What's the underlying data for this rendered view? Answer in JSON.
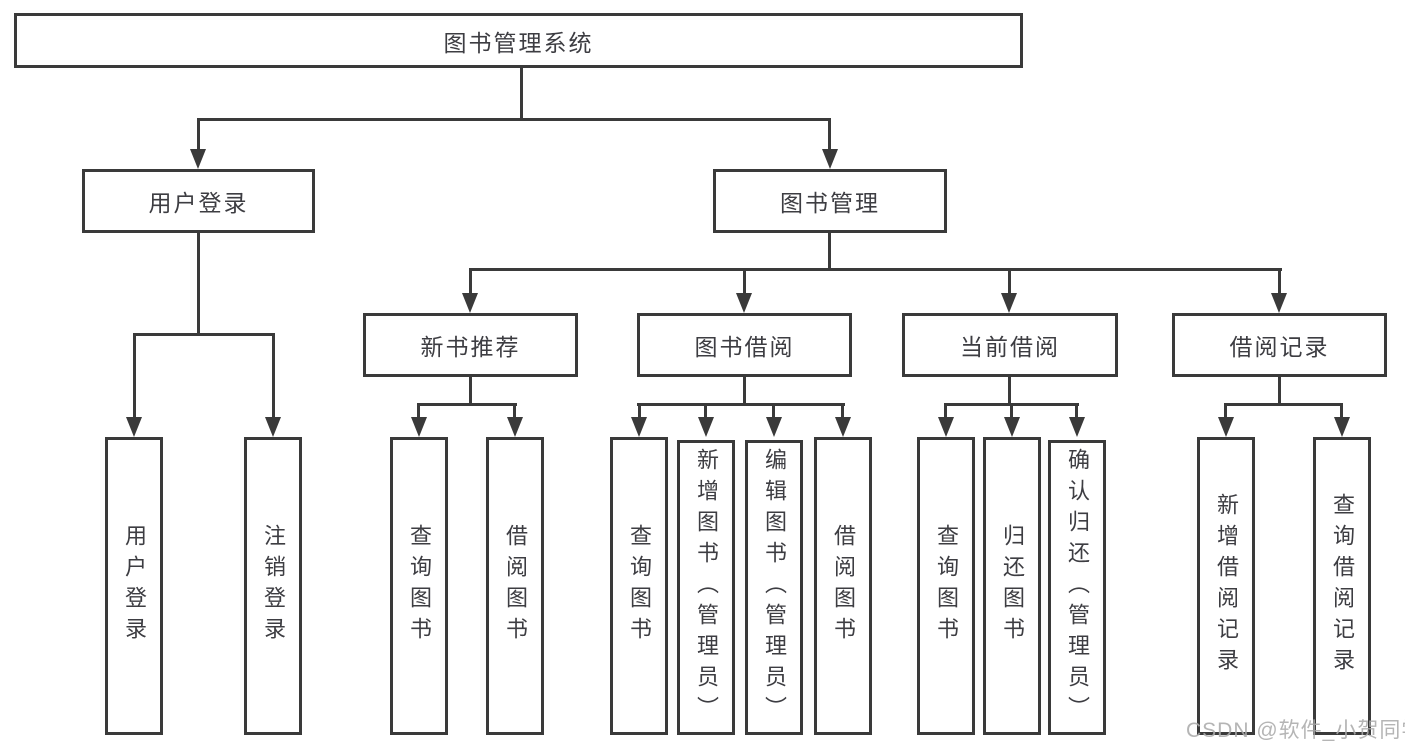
{
  "diagram_title": "图书管理系统",
  "tree": {
    "root": {
      "label": "图书管理系统"
    },
    "branches": [
      {
        "label": "用户登录",
        "leaves": [
          "用户登录",
          "注销登录"
        ]
      },
      {
        "label": "图书管理",
        "groups": [
          {
            "label": "新书推荐",
            "leaves": [
              "查询图书",
              "借阅图书"
            ]
          },
          {
            "label": "图书借阅",
            "leaves": [
              "查询图书",
              "新增图书（管理员）",
              "编辑图书（管理员）",
              "借阅图书"
            ]
          },
          {
            "label": "当前借阅",
            "leaves": [
              "查询图书",
              "归还图书",
              "确认归还（管理员）"
            ]
          },
          {
            "label": "借阅记录",
            "leaves": [
              "新增借阅记录",
              "查询借阅记录"
            ]
          }
        ]
      }
    ]
  },
  "watermark": "CSDN @软件_小贺同学",
  "colors": {
    "line": "#3a3a3a",
    "text": "#3d3d42",
    "watermark": "#ababab",
    "background": "#ffffff"
  }
}
